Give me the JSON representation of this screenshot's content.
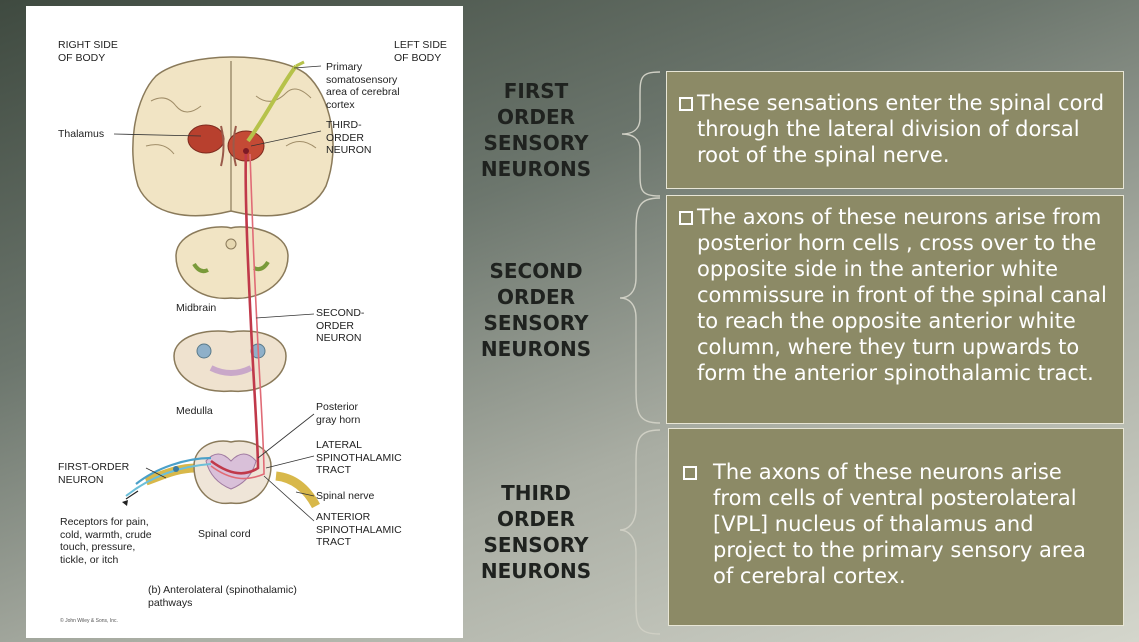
{
  "figure": {
    "labels": {
      "right_side": "RIGHT SIDE\nOF BODY",
      "left_side": "LEFT SIDE\nOF BODY",
      "primary_area": "Primary\nsomatosensory\narea of cerebral\ncortex",
      "thalamus": "Thalamus",
      "third_order": "THIRD-\nORDER\nNEURON",
      "midbrain": "Midbrain",
      "second_order": "SECOND-\nORDER\nNEURON",
      "medulla": "Medulla",
      "posterior_gray_horn": "Posterior\ngray horn",
      "lateral_tract": "LATERAL\nSPINOTHALAMIC\nTRACT",
      "first_order": "FIRST-ORDER\nNEURON",
      "spinal_nerve": "Spinal nerve",
      "anterior_tract": "ANTERIOR\nSPINOTHALAMIC\nTRACT",
      "receptors": "Receptors for pain,\ncold, warmth, crude\ntouch, pressure,\ntickle, or itch",
      "spinal_cord": "Spinal cord",
      "caption": "(b)  Anterolateral (spinothalamic)\n       pathways",
      "copyright": "© John Wiley & Sons, Inc."
    }
  },
  "sections": [
    {
      "heading": "FIRST\nORDER\nSENSORY\nNEURONS",
      "text": "These sensations enter the spinal cord through the lateral division of dorsal root of the spinal nerve."
    },
    {
      "heading": "SECOND\nORDER\nSENSORY\nNEURONS",
      "text": "The axons of these neurons arise from posterior horn cells , cross over to the opposite side in the anterior white commissure in front of the spinal canal to reach the opposite anterior white column, where they turn upwards to form the anterior spinothalamic tract."
    },
    {
      "heading": "THIRD\nORDER\nSENSORY\nNEURONS",
      "text": "The axons of these neurons arise from cells of ventral posterolateral [VPL] nucleus of thalamus and project to the primary sensory area of cerebral cortex."
    }
  ],
  "colors": {
    "box_fill": "#8c8a66",
    "box_border": "#e8e6d6",
    "pathway": "#c0394a",
    "brain_tissue": "#f1e4c4"
  }
}
